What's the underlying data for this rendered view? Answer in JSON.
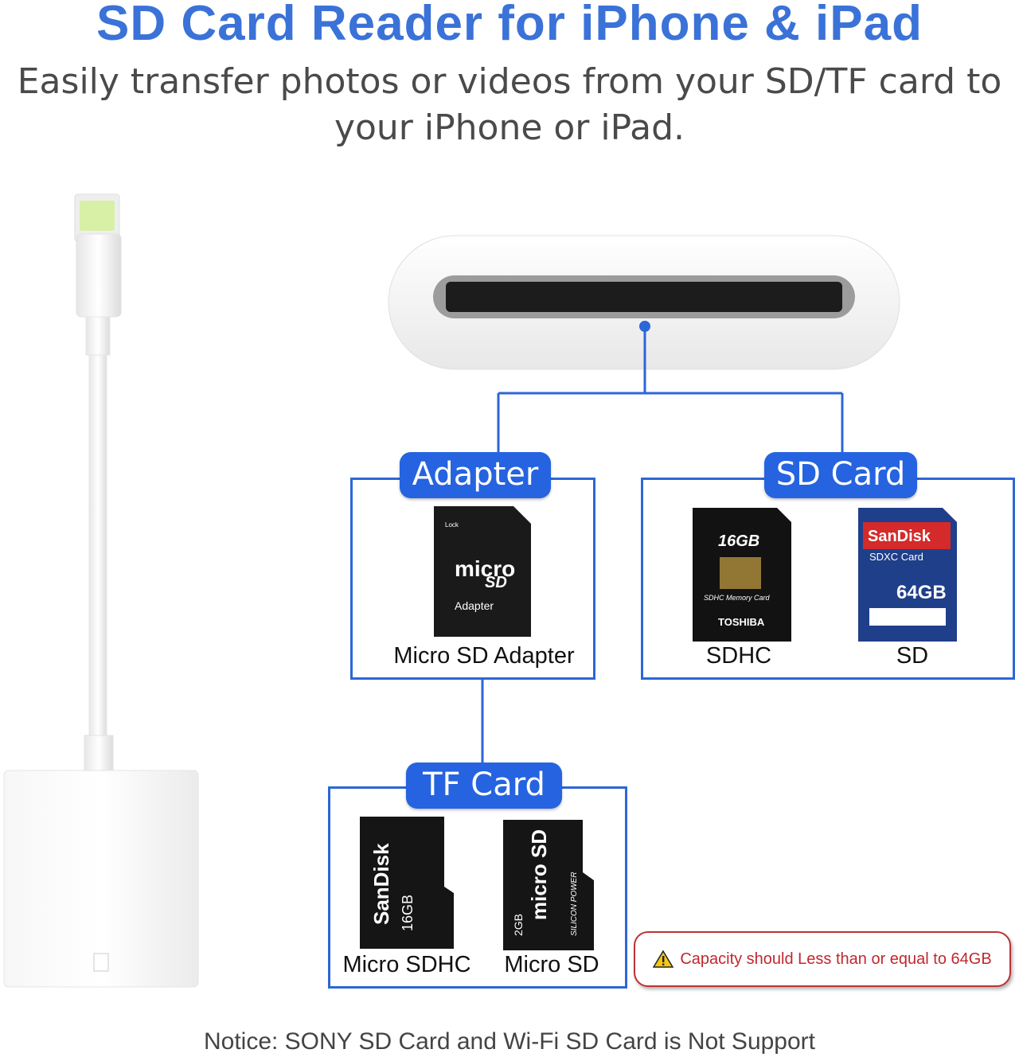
{
  "header": {
    "title": "SD Card Reader for iPhone & iPad",
    "subtitle": "Easily transfer photos or videos from your SD/TF card to your iPhone or iPad."
  },
  "groups": {
    "adapter": {
      "label": "Adapter",
      "items": [
        {
          "name": "Micro SD Adapter",
          "card_text": [
            "micro",
            "SD",
            "Adapter",
            "Lock"
          ]
        }
      ]
    },
    "sd_card": {
      "label": "SD Card",
      "items": [
        {
          "name": "SDHC",
          "card_text": [
            "16GB",
            "SDHC Memory Card",
            "TOSHIBA"
          ]
        },
        {
          "name": "SD",
          "card_text": [
            "SanDisk",
            "SDXC Card",
            "64GB"
          ]
        }
      ]
    },
    "tf_card": {
      "label": "TF Card",
      "items": [
        {
          "name": "Micro SDHC",
          "card_text": [
            "SanDisk",
            "16GB"
          ]
        },
        {
          "name": "Micro SD",
          "card_text": [
            "micro SD",
            "2GB",
            "SILICON POWER"
          ]
        }
      ]
    }
  },
  "warning": {
    "text": "Capacity should Less than or equal to 64GB",
    "icon": "warning-triangle-icon"
  },
  "notice": "Notice: SONY SD Card and Wi-Fi SD Card is Not Support",
  "colors": {
    "accent": "#2563e0",
    "title": "#3a72d8",
    "warning": "#c0282e"
  }
}
